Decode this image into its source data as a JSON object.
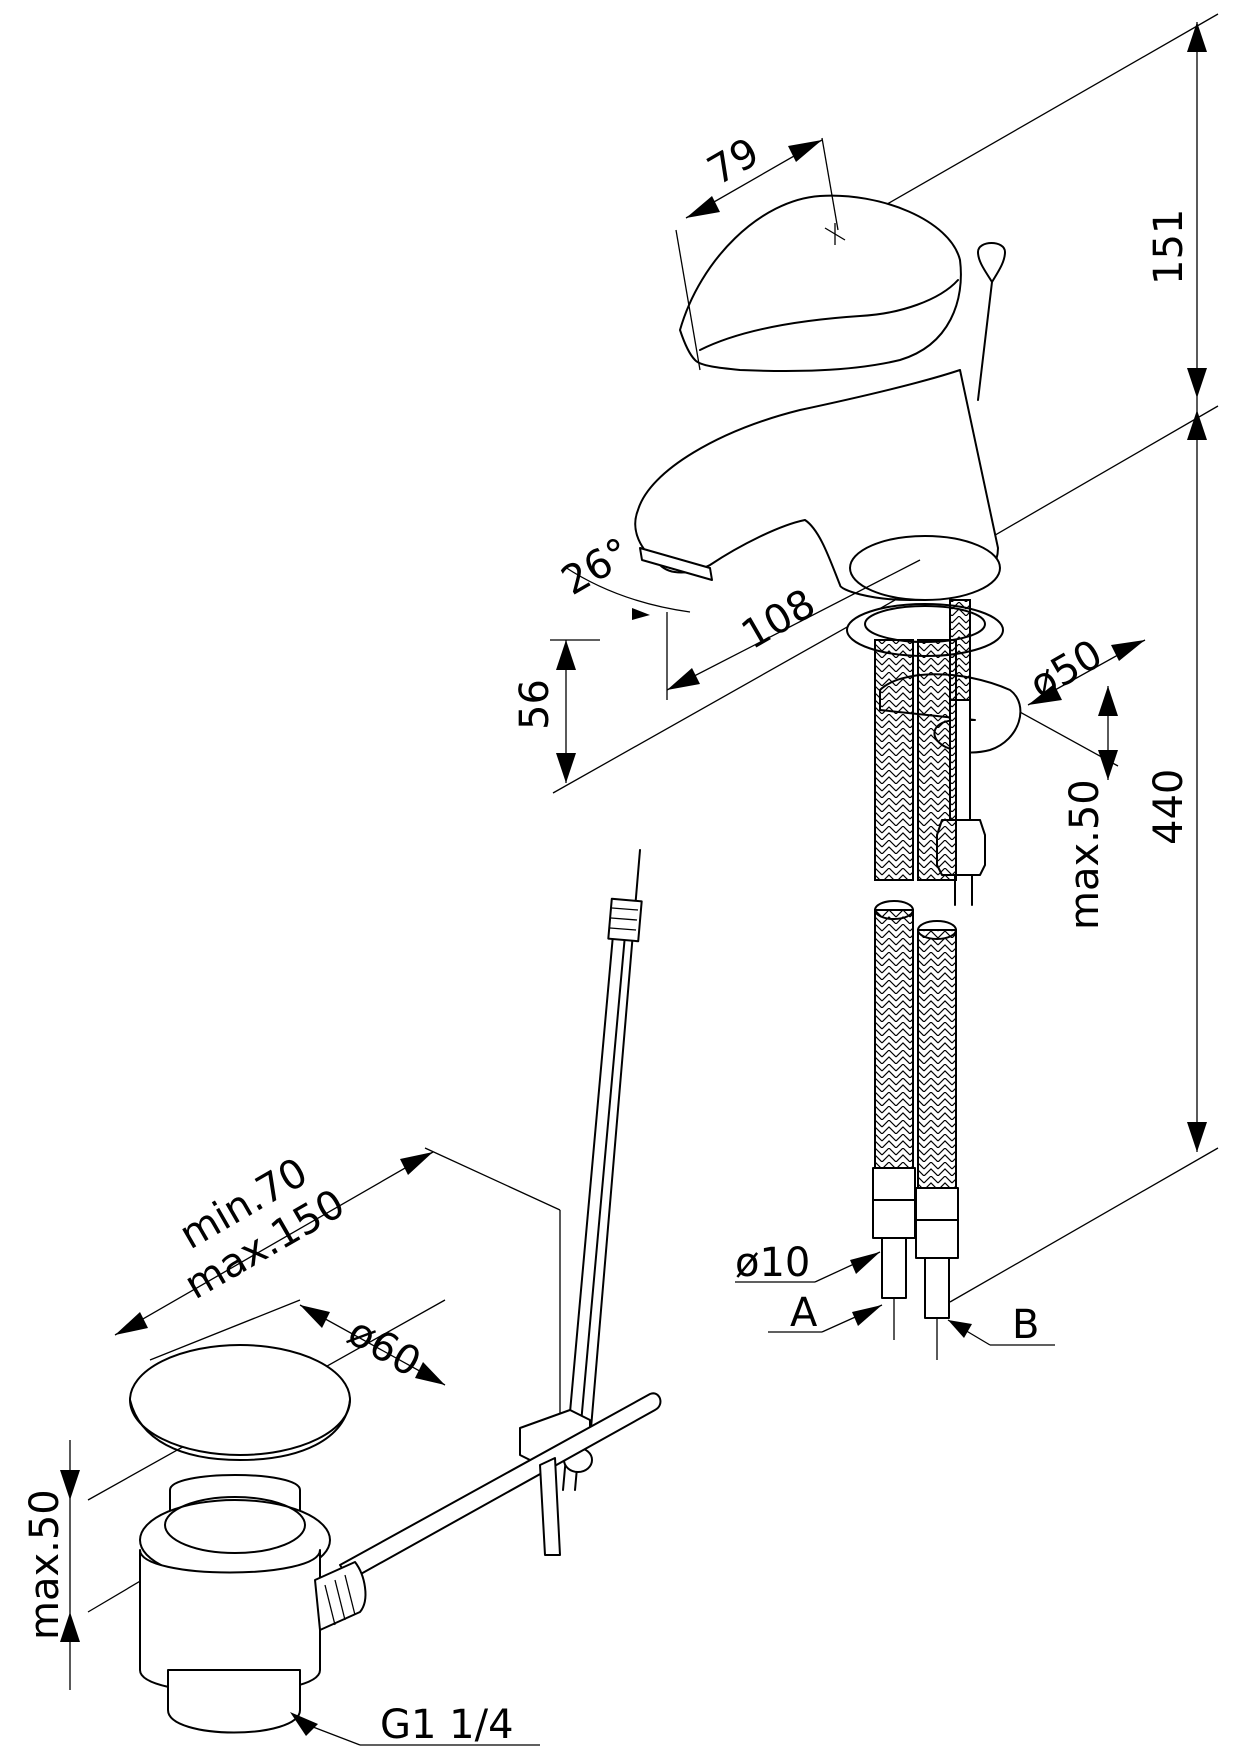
{
  "dimensions": {
    "handle_length": "79",
    "upper_height": "151",
    "total_height": "440",
    "spout_angle": "26°",
    "spout_reach": "108",
    "spout_height": "56",
    "base_diameter": "ø50",
    "deck_thickness_tap": "max.50",
    "hose_diameter": "ø10",
    "hose_a": "A",
    "hose_b": "B",
    "waste_min": "min.70",
    "waste_max": "max.150",
    "plug_diameter": "ø60",
    "deck_thickness_waste": "max.50",
    "thread": "G1 1/4"
  }
}
